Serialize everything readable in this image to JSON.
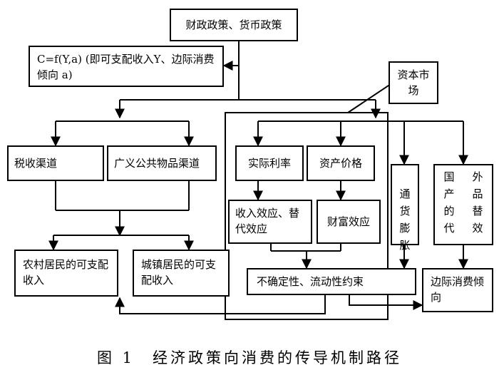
{
  "nodes": {
    "policy": "财政政策、货币政策",
    "consumption_function": "C=f(Y,a) (即可支配收入Y、边际消费倾向 a)",
    "capital_market": "资本市场",
    "tax_channel": "税收渠道",
    "public_goods_channel": "广义公共物品渠道",
    "real_interest_rate": "实际利率",
    "asset_price": "资产价格",
    "inflation": "通\n货\n膨\n胀",
    "foreign_goods_substitution": "国\n产\n的\n代",
    "foreign_goods_substitution_b": "外\n品\n替\n效",
    "income_substitution_effect": "收入效应、替代效应",
    "wealth_effect": "财富效应",
    "rural_income": "农村居民的可支配收入",
    "urban_income": "城镇居民的可支配收入",
    "uncertainty_liquidity": "不确定性、流动性约束",
    "marginal_propensity": "边际消费倾向"
  },
  "caption": "图 1　经济政策向消费的传导机制路径"
}
